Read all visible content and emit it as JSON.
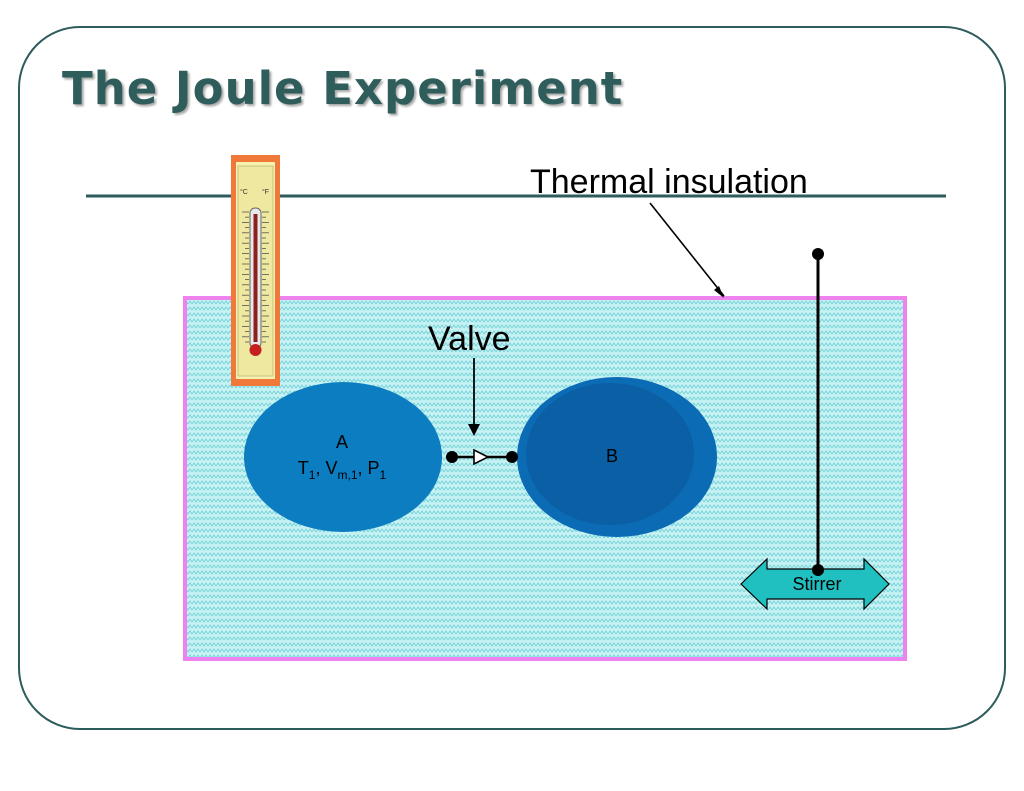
{
  "slide": {
    "title": "The Joule Experiment"
  },
  "diagram": {
    "labels": {
      "insulation": "Thermal insulation",
      "valve": "Valve",
      "stirrer": "Stirrer"
    },
    "vessel_a": {
      "name": "A",
      "state": {
        "t": "T",
        "t_sub": "1",
        "v": "V",
        "v_sub": "m,1",
        "p": "P",
        "p_sub": "1",
        "sep": ", "
      }
    },
    "vessel_b": {
      "name": "B"
    },
    "thermometer": {
      "celsius_label": "°C",
      "fahrenheit_label": "°F"
    },
    "colors": {
      "frame": "#2e5b5b",
      "title": "#2f5d5b",
      "bath_fill": "#bff0f2",
      "bath_border": "#ee82ee",
      "vessel_a": "#0b7dc0",
      "vessel_b": "#0a5fa5",
      "stirrer_fill": "#20c0c0",
      "thermometer_frame": "#f08040"
    }
  }
}
